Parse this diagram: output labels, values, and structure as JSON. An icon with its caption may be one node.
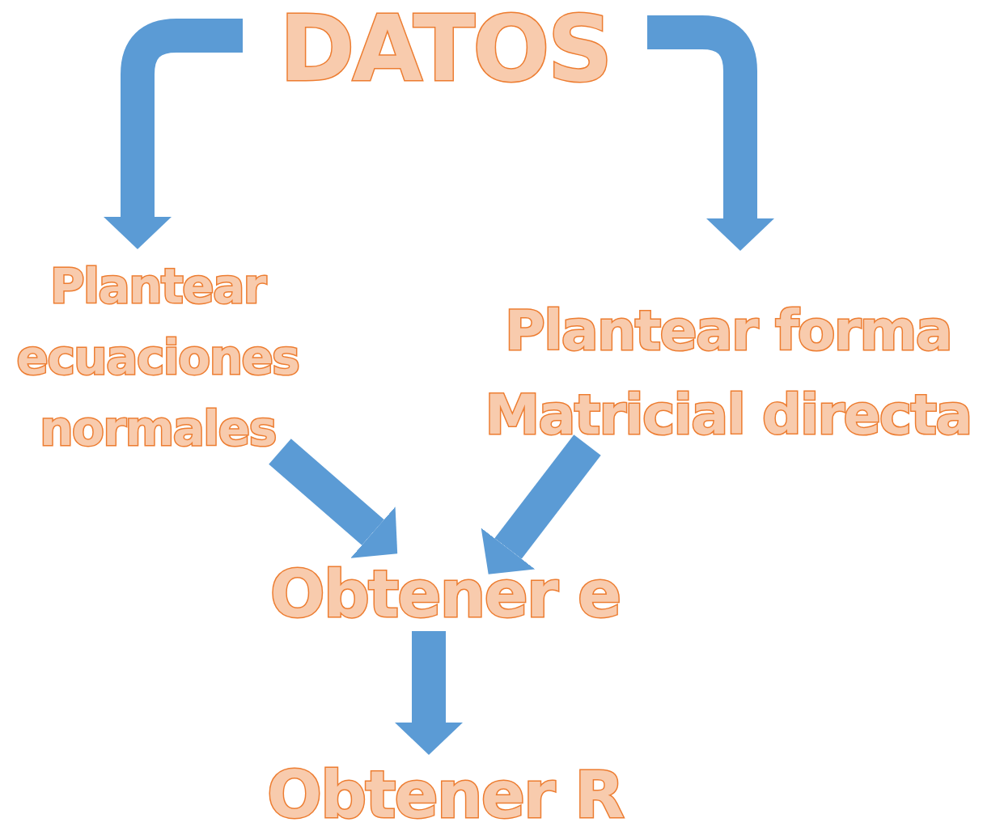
{
  "diagram": {
    "nodes": [
      {
        "text": [
          "DATOS"
        ]
      },
      {
        "text": [
          "Plantear ecuaciones normales"
        ]
      },
      {
        "text": [
          "Plantear forma Matricial directa"
        ]
      },
      {
        "text": [
          "Obtener e"
        ]
      },
      {
        "text": [
          "Obtener R"
        ]
      }
    ],
    "edges": [
      {
        "from": 0,
        "to": 1,
        "arrow": "to"
      },
      {
        "from": 0,
        "to": 2,
        "arrow": "to"
      },
      {
        "from": 1,
        "to": 3,
        "arrow": "to"
      },
      {
        "from": 2,
        "to": 3,
        "arrow": "to"
      },
      {
        "from": 3,
        "to": 4,
        "arrow": "to"
      }
    ]
  }
}
